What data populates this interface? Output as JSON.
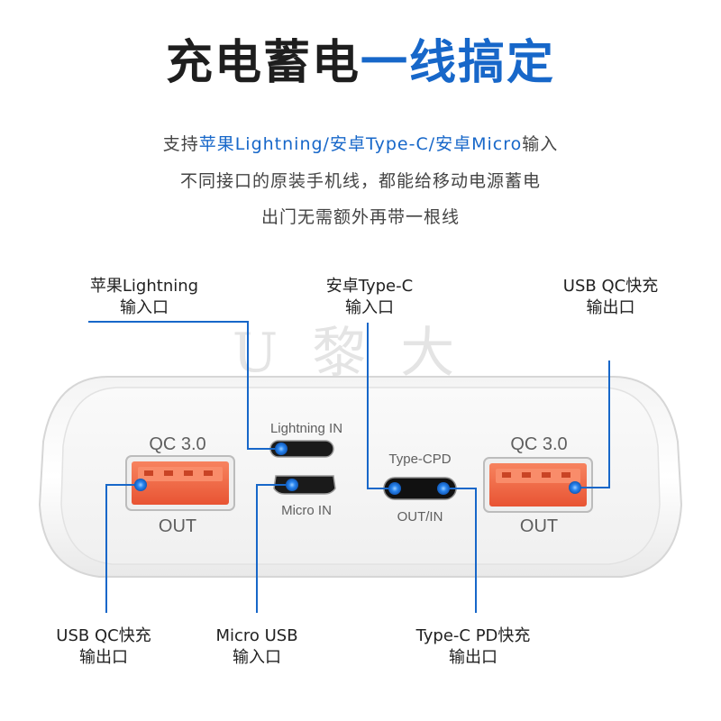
{
  "header": {
    "title_part1": "充电蓄电",
    "title_part2": "一线搞定"
  },
  "description": {
    "line1_pre": "支持",
    "line1_highlight": "苹果Lightning/安卓Type-C/安卓Micro",
    "line1_post": "输入",
    "line2": "不同接口的原装手机线，都能给移动电源蓄电",
    "line3": "出门无需额外再带一根线"
  },
  "watermark": "U黎大哥",
  "device": {
    "left_port_top": "QC 3.0",
    "left_port_bottom": "OUT",
    "lightning_label": "Lightning  IN",
    "micro_label": "Micro  IN",
    "typec_top": "Type-CPD",
    "typec_bottom": "OUT/IN",
    "right_port_top": "QC 3.0",
    "right_port_bottom": "OUT"
  },
  "callouts": {
    "lightning": {
      "line1": "苹果Lightning",
      "line2": "输入口"
    },
    "typec_in": {
      "line1": "安卓Type-C",
      "line2": "输入口"
    },
    "usb_right": {
      "line1": "USB  QC快充",
      "line2": "输出口"
    },
    "usb_left": {
      "line1": "USB  QC快充",
      "line2": "输出口"
    },
    "micro": {
      "line1": "Micro USB",
      "line2": "输入口"
    },
    "typec_out": {
      "line1": "Type-C PD快充",
      "line2": "输出口"
    }
  },
  "colors": {
    "accent": "#1767c9",
    "usb_port": "#f0603f",
    "dot": "#1f7ee8"
  }
}
